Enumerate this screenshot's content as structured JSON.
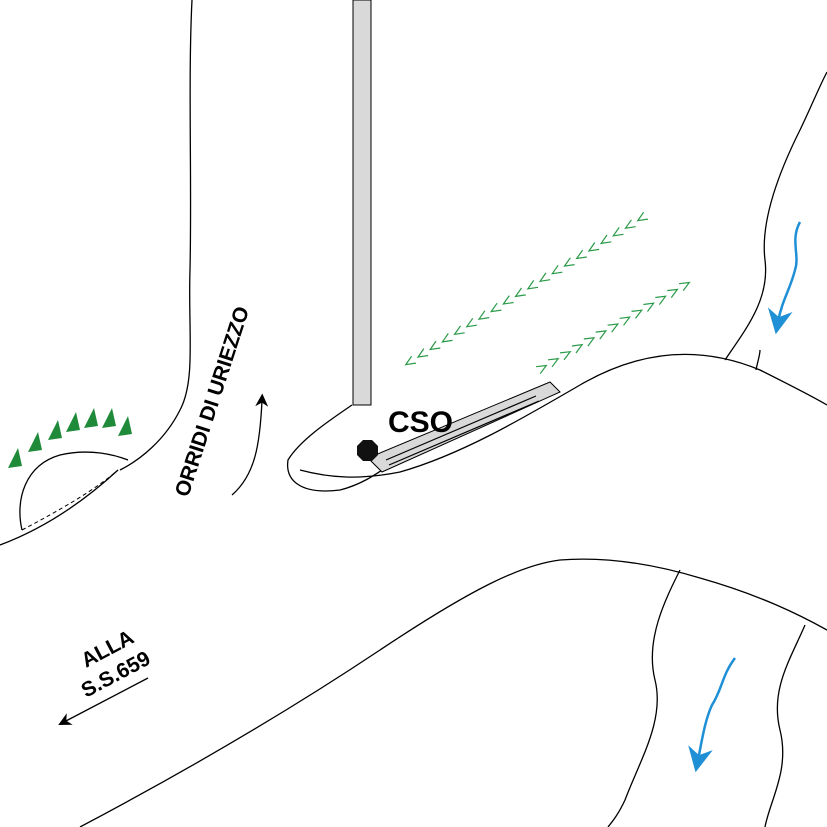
{
  "labels": {
    "cso": "CSO",
    "orridi": "ORRIDI DI URIEZZO",
    "alla_line1": "ALLA",
    "alla_line2": "S.S.659"
  },
  "colors": {
    "road_outline": "#000000",
    "pole_fill": "#d9d9d9",
    "hedge_green": "#1f8a3a",
    "dashed_arrow_green": "#2a9a48",
    "water_arrow_blue": "#1f8fd6",
    "marker_black": "#111111"
  },
  "icons": {
    "direction_arrow": "black-arrow-icon",
    "stream_flow": "blue-flow-arrow-icon",
    "hedge": "green-triangle-hedge-icon",
    "marker": "octagon-marker-icon",
    "ski_lift": "chevron-arrow-icon"
  }
}
